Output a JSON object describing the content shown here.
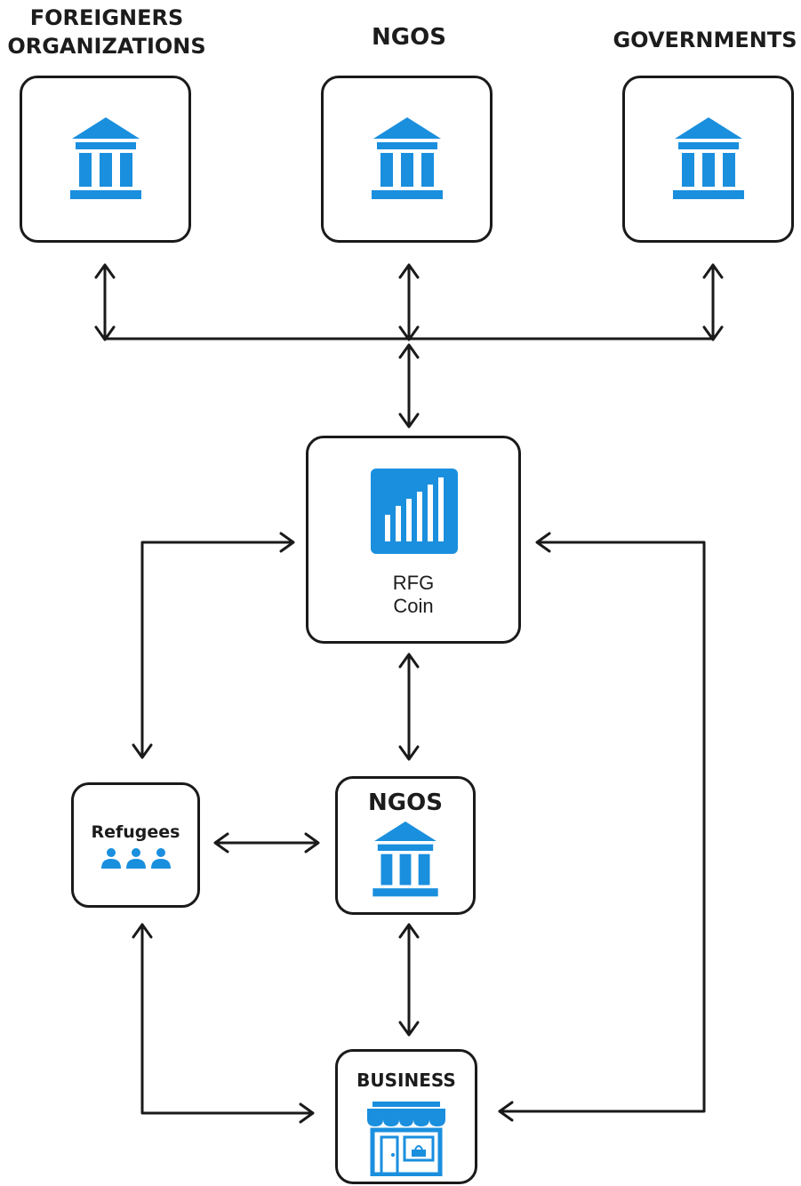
{
  "top_nodes": [
    {
      "label_line1": "FOREIGNERS",
      "label_line2": "ORGANIZATIONS",
      "icon": "bank-icon"
    },
    {
      "label_line1": "NGOS",
      "label_line2": "",
      "icon": "bank-icon"
    },
    {
      "label_line1": "GOVERNMENTS",
      "label_line2": "",
      "icon": "bank-icon"
    }
  ],
  "center_node": {
    "label_line1": "RFG",
    "label_line2": "Coin",
    "icon": "signal-bars-icon"
  },
  "refugees_node": {
    "label": "Refugees",
    "icon": "people-group-icon"
  },
  "ngos_node": {
    "label": "NGOS",
    "icon": "bank-icon"
  },
  "business_node": {
    "label": "BUSINESS",
    "icon": "storefront-icon"
  },
  "colors": {
    "accent": "#1a8fde",
    "line": "#1a1a1a"
  }
}
